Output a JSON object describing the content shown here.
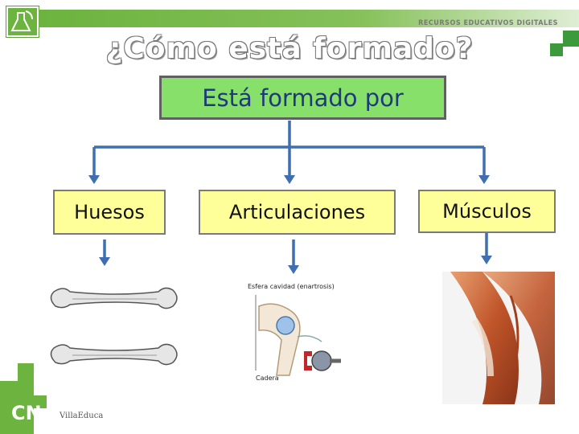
{
  "header": {
    "caption": "RECURSOS EDUCATIVOS DIGITALES"
  },
  "slide": {
    "title": "¿Cómo está formado?",
    "root": "Está formado por",
    "children": [
      {
        "label": "Huesos"
      },
      {
        "label": "Articulaciones"
      },
      {
        "label": "Músculos"
      }
    ]
  },
  "joint_figure": {
    "caption_top": "Esfera cavidad (enartrosis)",
    "caption_bottom": "Cadera"
  },
  "footer": {
    "logo_text": "CN",
    "brand_text": "VillaEduca"
  },
  "colors": {
    "brand_green": "#6cb33f",
    "root_fill": "#87e06a",
    "child_fill": "#ffff99",
    "connector": "#3f6fb0"
  }
}
